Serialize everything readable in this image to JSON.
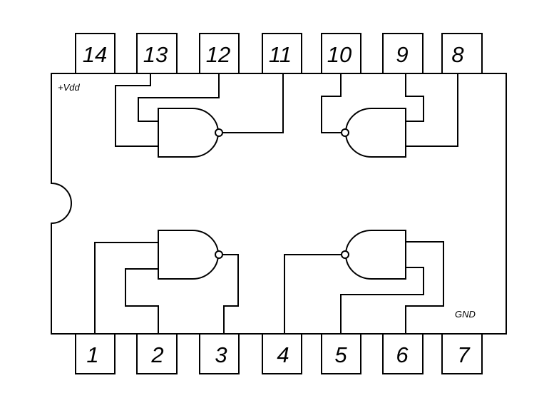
{
  "chip": {
    "vdd_label": "+Vdd",
    "gnd_label": "GND"
  },
  "pins": {
    "top": [
      "14",
      "13",
      "12",
      "11",
      "10",
      "9",
      "8"
    ],
    "bottom": [
      "1",
      "2",
      "3",
      "4",
      "5",
      "6",
      "7"
    ]
  },
  "gates": [
    {
      "type": "NAND",
      "inputs": [
        "13",
        "12"
      ],
      "output": "11"
    },
    {
      "type": "NAND",
      "inputs": [
        "9",
        "8"
      ],
      "output": "10"
    },
    {
      "type": "NAND",
      "inputs": [
        "1",
        "2"
      ],
      "output": "3"
    },
    {
      "type": "NAND",
      "inputs": [
        "5",
        "6"
      ],
      "output": "4"
    }
  ]
}
